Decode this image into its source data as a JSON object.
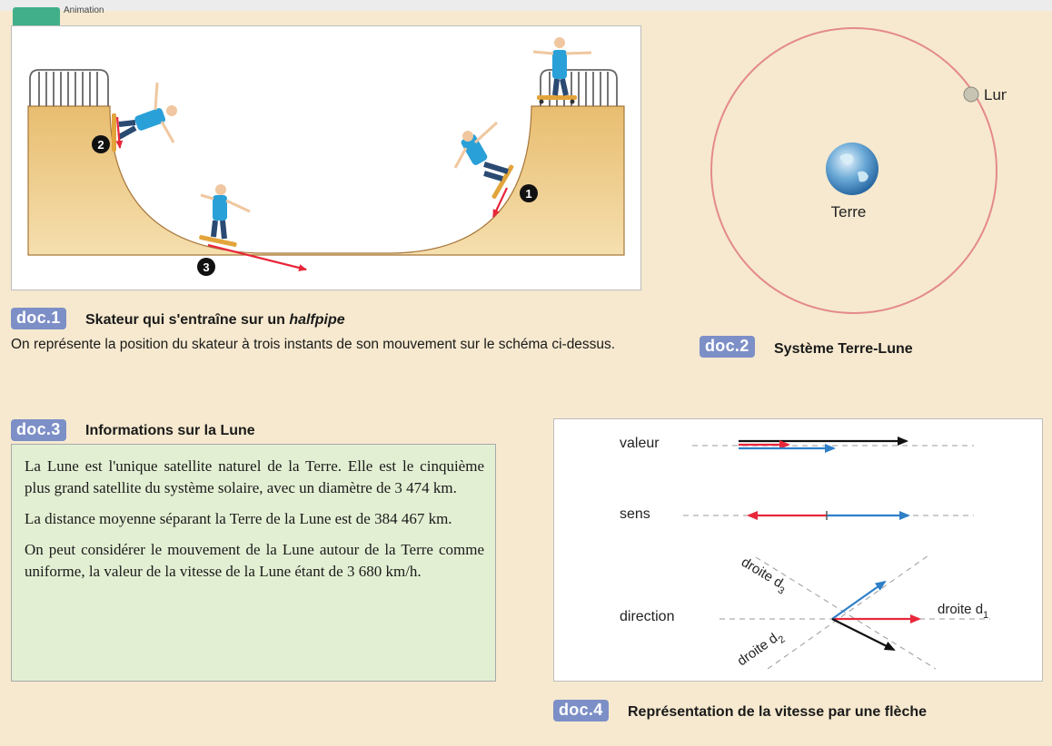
{
  "header": {
    "tab_label": "Animation"
  },
  "doc1": {
    "badge": "doc.1",
    "title_prefix": "Skateur qui s'entraîne sur un ",
    "title_italic": "halfpipe",
    "description": "On représente la position du skateur à trois instants de son mouvement sur le schéma ci-dessus.",
    "markers": [
      "2",
      "1",
      "3"
    ]
  },
  "doc2": {
    "badge": "doc.2",
    "title": "Système Terre-Lune",
    "moon_label": "Lune",
    "earth_label": "Terre"
  },
  "doc3": {
    "badge": "doc.3",
    "title": "Informations sur la Lune",
    "p1": "La Lune est l'unique satellite naturel de la Terre. Elle est le cinquième plus grand satellite du système solaire, avec un diamètre de 3 474 km.",
    "p2": "La distance moyenne séparant la Terre de la Lune est de 384 467 km.",
    "p3": "On peut considérer le mouvement de la Lune autour de la Terre comme uniforme, la valeur de la vitesse de la Lune étant de 3 680 km/h."
  },
  "doc4": {
    "badge": "doc.4",
    "title": "Représentation de la vitesse par une flèche",
    "row_valeur": "valeur",
    "row_sens": "sens",
    "row_direction": "direction",
    "d1_base": "droite d",
    "d1_sub": "1",
    "d2_base": "droite d",
    "d2_sub": "2",
    "d3_base": "droite d",
    "d3_sub": "3"
  },
  "colors": {
    "background": "#f6e9cf",
    "badge": "#7d8fc7",
    "green_box": "#e3efd3",
    "ramp": "#e2b56a",
    "orbit": "#e48a8a",
    "arrow_red": "#e8273a",
    "arrow_blue": "#2f7fc8",
    "arrow_black": "#111111"
  },
  "icons": [
    "skater-figure",
    "earth-icon",
    "moon-icon",
    "railing-icon",
    "velocity-arrow"
  ]
}
